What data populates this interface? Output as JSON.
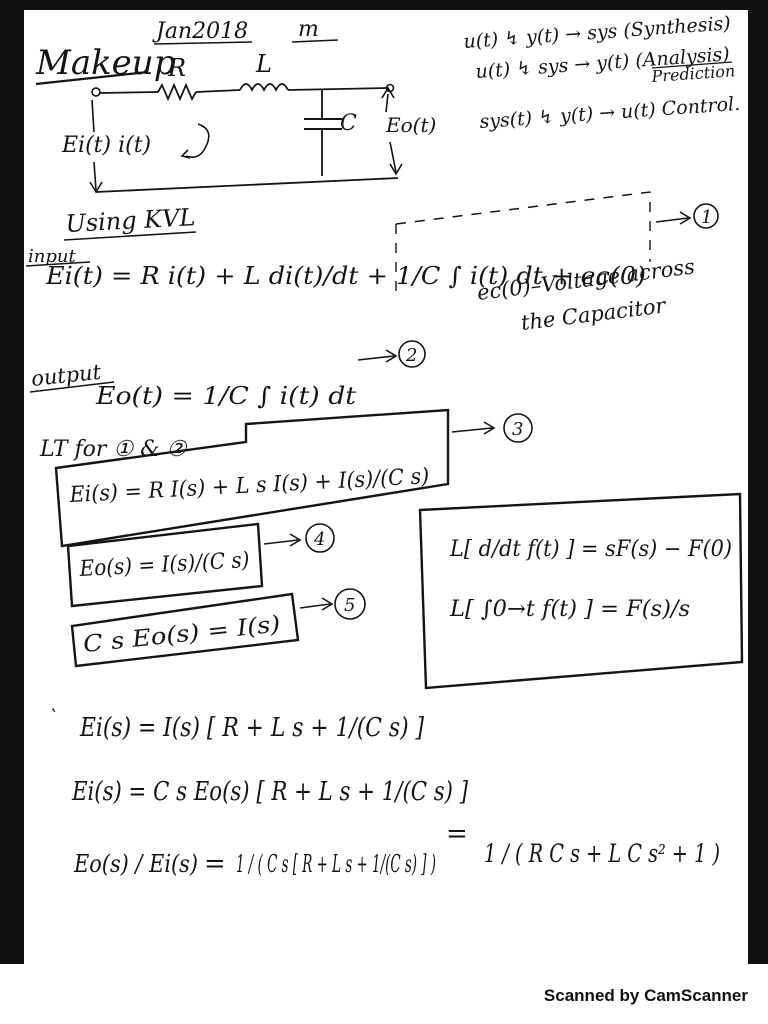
{
  "header": {
    "title": "Makeup",
    "date": "Jan2018",
    "initial": "m",
    "label_R": "R",
    "label_L": "L"
  },
  "side_notes": {
    "line1": "u(t) ↯ y(t) → sys (Synthesis)",
    "line2": "u(t) ↯ sys → y(t) (Analysis)",
    "line3": "Prediction",
    "line4": "sys(t) ↯ y(t) → u(t) Control."
  },
  "circuit": {
    "input_label": "Ei(t) i(t)",
    "cap_label": "C",
    "output_label": "Eo(t)"
  },
  "kvl": {
    "heading": "Using KVL",
    "input_tag": "input",
    "equation": "Ei(t) = R i(t) + L di(t)/dt + 1/C ∫ i(t) dt + ec(0)",
    "eq_num": "1",
    "note_line1": "ec(0)–Voltage across",
    "note_line2": "the Capacitor"
  },
  "output_eq": {
    "tag": "output",
    "equation": "Eo(t) = 1/C ∫ i(t) dt",
    "eq_num": "2"
  },
  "lt": {
    "heading": "LT for ① & ②",
    "eq3": "Ei(s) = R I(s) + L s I(s) + I(s)/(C s)",
    "eq3_num": "3",
    "eq4": "Eo(s) = I(s)/(C s)",
    "eq4_num": "4",
    "eq5": "C s Eo(s) = I(s)",
    "eq5_num": "5"
  },
  "rules": {
    "rule1": "L[ d/dt f(t) ] = sF(s) − F(0)",
    "rule2": "L[ ∫0→t f(t) ] = F(s)/s"
  },
  "derivation": {
    "step1": "Ei(s) = I(s) [ R + L s + 1/(C s) ]",
    "step2": "Ei(s) = C s Eo(s) [ R + L s + 1/(C s) ]",
    "step3_lhs": "Eo(s) / Ei(s)",
    "step3_mid": "1 / ( C s [ R + L s + 1/(C s) ] )",
    "step3_rhs": "1 / ( R C s + L C s² + 1 )"
  },
  "footer": {
    "scanner": "Scanned by CamScanner"
  }
}
